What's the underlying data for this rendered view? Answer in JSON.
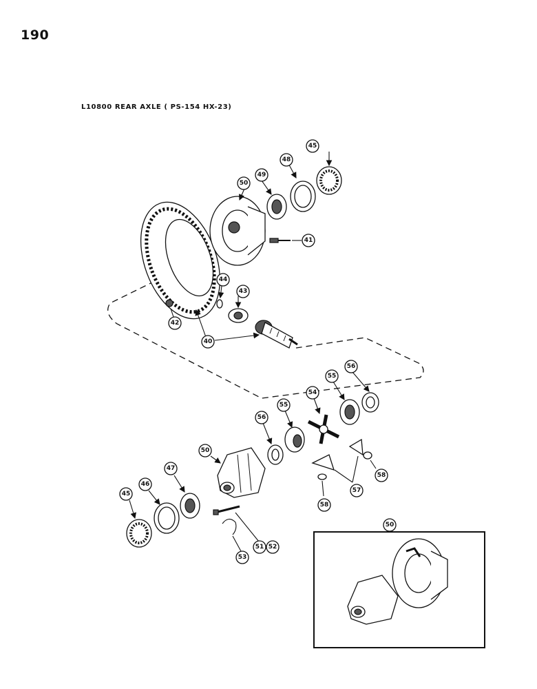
{
  "page": {
    "number": "190",
    "title": "L10800 REAR AXLE ( PS-154 HX-23)"
  },
  "callouts": [
    "40",
    "41",
    "42",
    "43",
    "44",
    "45",
    "45",
    "46",
    "47",
    "48",
    "49",
    "50",
    "50",
    "50",
    "51",
    "52",
    "53",
    "54",
    "55",
    "55",
    "56",
    "56",
    "57",
    "58",
    "58"
  ]
}
